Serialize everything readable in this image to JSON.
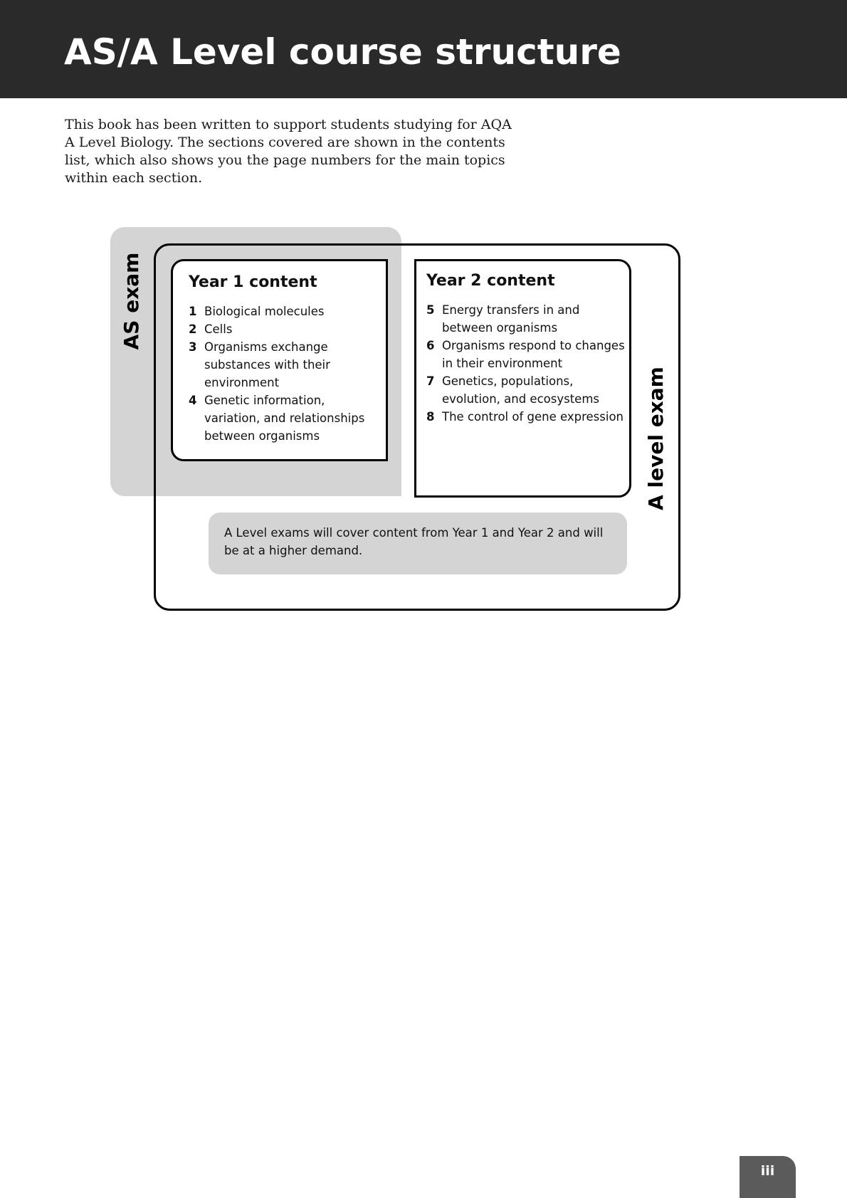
{
  "header": {
    "title": "AS/A Level course structure"
  },
  "intro": {
    "text": "This book has been written to support students studying for AQA A Level Biology. The sections covered are shown in the contents list, which also shows you the page numbers for the main topics within each section."
  },
  "diagram": {
    "as_label": "AS exam",
    "alevel_label": "A level exam",
    "year1": {
      "title": "Year 1 content",
      "items": [
        {
          "num": "1",
          "text": "Biological molecules"
        },
        {
          "num": "2",
          "text": "Cells"
        },
        {
          "num": "3",
          "text": "Organisms exchange substances with their environment"
        },
        {
          "num": "4",
          "text": "Genetic information, variation, and relationships between organisms"
        }
      ]
    },
    "year2": {
      "title": "Year 2 content",
      "items": [
        {
          "num": "5",
          "text": "Energy transfers in and between organisms"
        },
        {
          "num": "6",
          "text": "Organisms respond to changes in their environment"
        },
        {
          "num": "7",
          "text": "Genetics, populations, evolution, and ecosystems"
        },
        {
          "num": "8",
          "text": "The control of gene expression"
        }
      ]
    },
    "note": "A Level exams will cover content from Year 1 and Year 2 and will be at a higher demand."
  },
  "footer": {
    "page_number": "iii"
  },
  "colors": {
    "header_band": "#2a2a2a",
    "shade": "#d4d4d4",
    "page_tab": "#5b5b5b"
  }
}
